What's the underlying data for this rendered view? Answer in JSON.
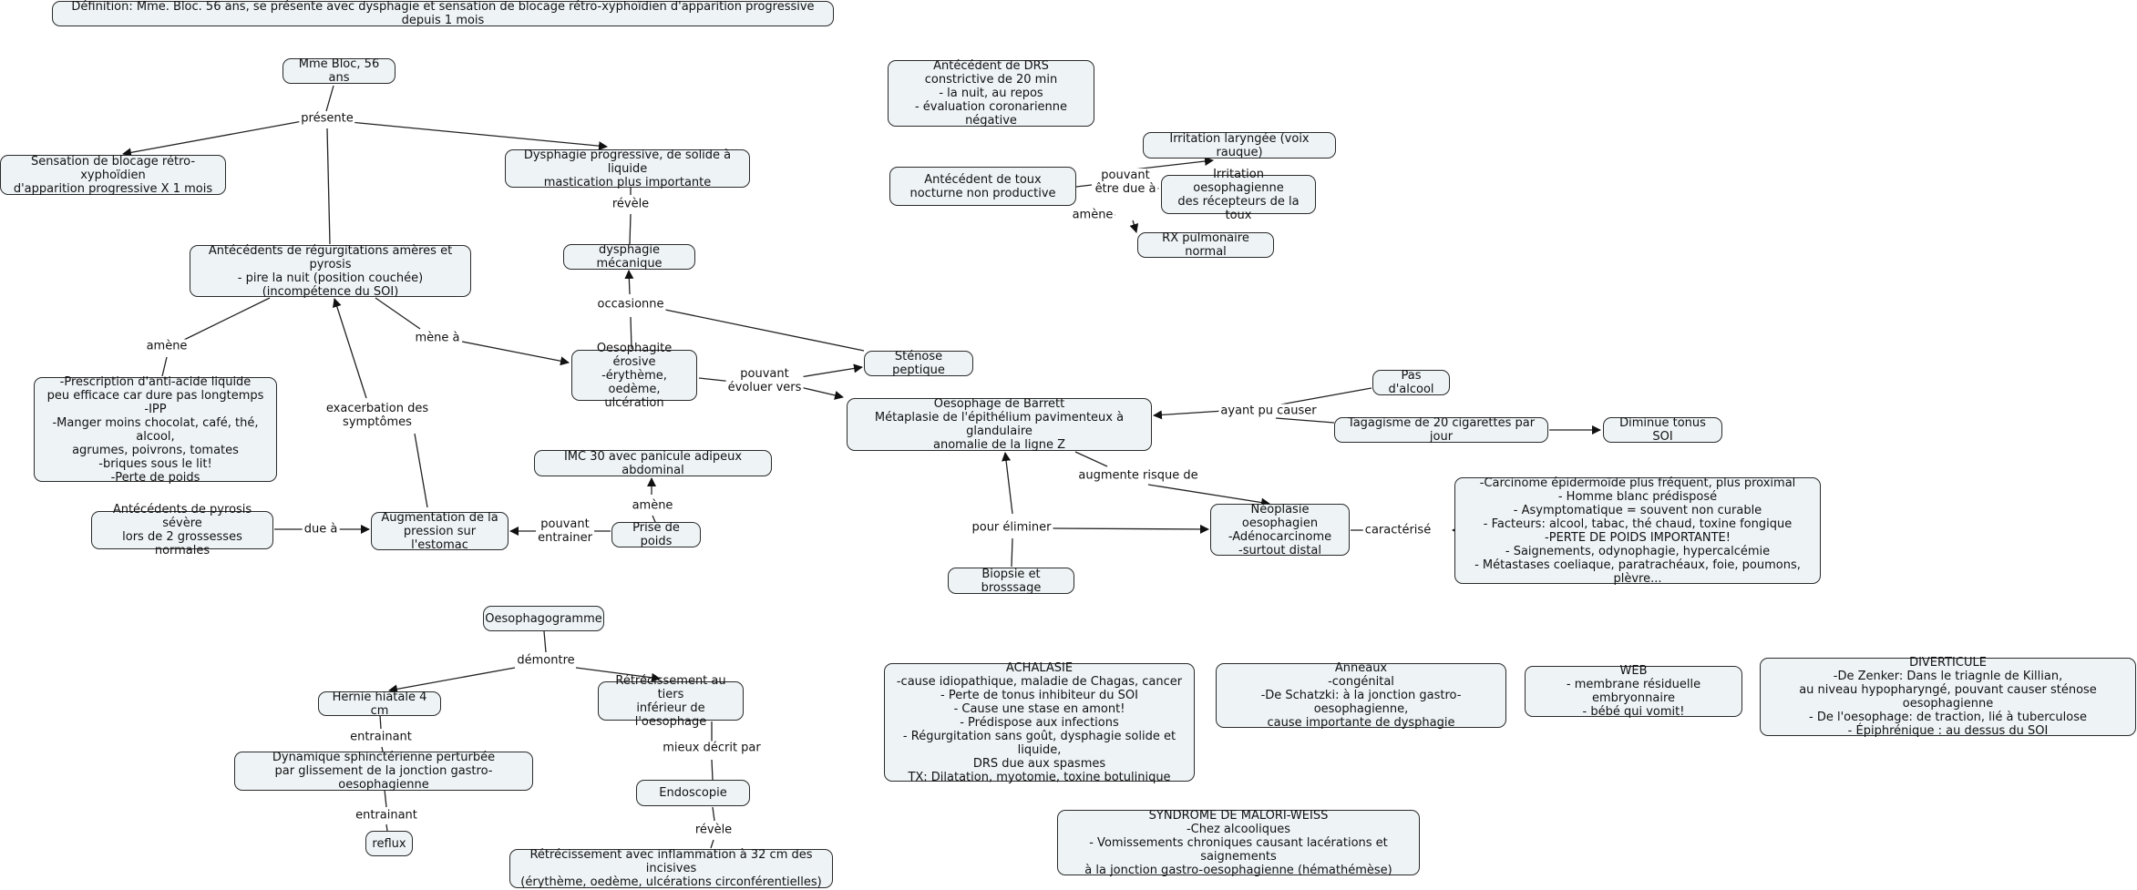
{
  "nodes": {
    "definition": "Définition: Mme. Bloc. 56 ans, se présente avec dysphagie et sensation de blocage rétro-xyphoïdien d'apparition progressive depuis 1 mois",
    "mme_bloc": "Mme Bloc, 56 ans",
    "sensation": "Sensation de blocage rétro-xyphoïdien\nd'apparition progressive X  1 mois",
    "dysphagie_prog": "Dysphagie progressive, de solide à liquide\nmastication plus importante",
    "antecedents_regurg": "Antécédents de régurgitations amères et pyrosis\n- pire la nuit (position couchée)\n(incompétence du SOI)",
    "dysphagie_meca": "dysphagie mécanique",
    "prescription": "-Prescription d'anti-acide liquide\npeu efficace car dure pas longtemps\n-IPP\n-Manger moins chocolat, café, thé, alcool,\nagrumes, poivrons, tomates\n-briques sous le lit!\n-Perte de poids",
    "oesophagite": "Oesophagite érosive\n-érythème, oedème,\nulcération",
    "stenose": "Sténose peptique",
    "barrett": "Oesophage de Barrett\nMétaplasie de l'épithélium pavimenteux à glandulaire\nanomalie de la ligne Z",
    "imc": "IMC 30 avec panicule adipeux abdominal",
    "pyrosis_grossesses": "Antécédents de pyrosis sévère\nlors de 2 grossesses normales",
    "augmentation_pression": "Augmentation de la\npression sur l'estomac",
    "prise_poids": "Prise de poids",
    "biopsie": "Biopsie et brosssage",
    "neoplasie": "Néoplasie oesophagien\n-Adénocarcinome\n-surtout distal",
    "carcinome": "-Carcinome épidermoïde plus fréquent, plus proximal\n- Homme blanc prédisposé\n- Asymptomatique = souvent non curable\n- Facteurs: alcool, tabac, thé chaud, toxine fongique\n-PERTE DE POIDS IMPORTANTE!\n- Saignements, odynophagie, hypercalcémie\n- Métastases coeliaque, paratrachéaux, foie, poumons, plèvre...",
    "drs": "Antécédent de DRS\nconstrictive de 20 min\n- la nuit, au repos\n- évaluation coronarienne négative",
    "toux": "Antécédent de toux\nnocturne non productive",
    "irritation_laryngee": "Irritation laryngée (voix rauque)",
    "irritation_oeso": "Irritation oesophagienne\ndes récepteurs de la toux",
    "rx": "RX pulmonaire normal",
    "pas_alcool": "Pas d'alcool",
    "tabagisme": "Tagagisme de 20 cigarettes par jour",
    "diminue_soi": "Diminue tonus SOI",
    "oesophagogramme": "Oesophagogramme",
    "hernie": "Hernie hiatale 4 cm",
    "retrecissement": "Rétrécissement au tiers\ninférieur de l'oesophage",
    "dynamique": "Dynamique sphinctérienne perturbée\npar glissement de la jonction gastro-oesophagienne",
    "endoscopie": "Endoscopie",
    "reflux": "reflux",
    "retrecissement_inflam": "Rétrécissement avec inflammation à 32 cm des incisives\n(érythème, oedème, ulcérations circonférentielles)",
    "achalasie": "ACHALASIE\n-cause idiopathique, maladie de Chagas, cancer\n- Perte de tonus inhibiteur du SOI\n- Cause une stase en amont!\n- Prédispose aux infections\n- Régurgitation sans goût, dysphagie solide et liquide,\nDRS due aux spasmes\nTX: Dilatation, myotomie, toxine botulinique",
    "anneaux": "Anneaux\n-congénital\n-De Schatzki: à la jonction gastro-oesophagienne,\ncause importante de dysphagie",
    "web": "WEB\n- membrane résiduelle embryonnaire\n- bébé qui vomit!",
    "diverticule": "DIVERTICULE\n-De Zenker: Dans le triagnle de Killian,\nau niveau hypopharyngé, pouvant causer sténose oesophagienne\n- De l'oesophage: de traction, lié à tuberculose\n- Épiphrénique : au dessus du SOI",
    "malori": "SYNDROME DE MALORI-WEISS\n-Chez alcooliques\n- Vomissements chroniques causant lacérations et saignements\nà la jonction gastro-oesophagienne (hémathémèse)"
  },
  "labels": {
    "presente": "présente",
    "revele_1": "révèle",
    "occasionne": "occasionne",
    "amene_1": "amène",
    "mene_a": "mène à",
    "pouvant_evoluer": "pouvant\névoluer vers",
    "exacerbation": "exacerbation des\nsymptômes",
    "due_a": "due à",
    "pouvant_entrainer": "pouvant\nentrainer",
    "amene_2": "amène",
    "pour_eliminer": "pour éliminer",
    "augmente_risque": "augmente risque de",
    "caracterise": "caractérisé",
    "ayant_pu_causer": "ayant pu causer",
    "pouvant_etre_due": "pouvant\nêtre due à",
    "amene_3": "amène",
    "demontre": "démontre",
    "entrainant_1": "entrainant",
    "entrainant_2": "entrainant",
    "mieux_decrit": "mieux décrit par",
    "revele_2": "révèle"
  }
}
